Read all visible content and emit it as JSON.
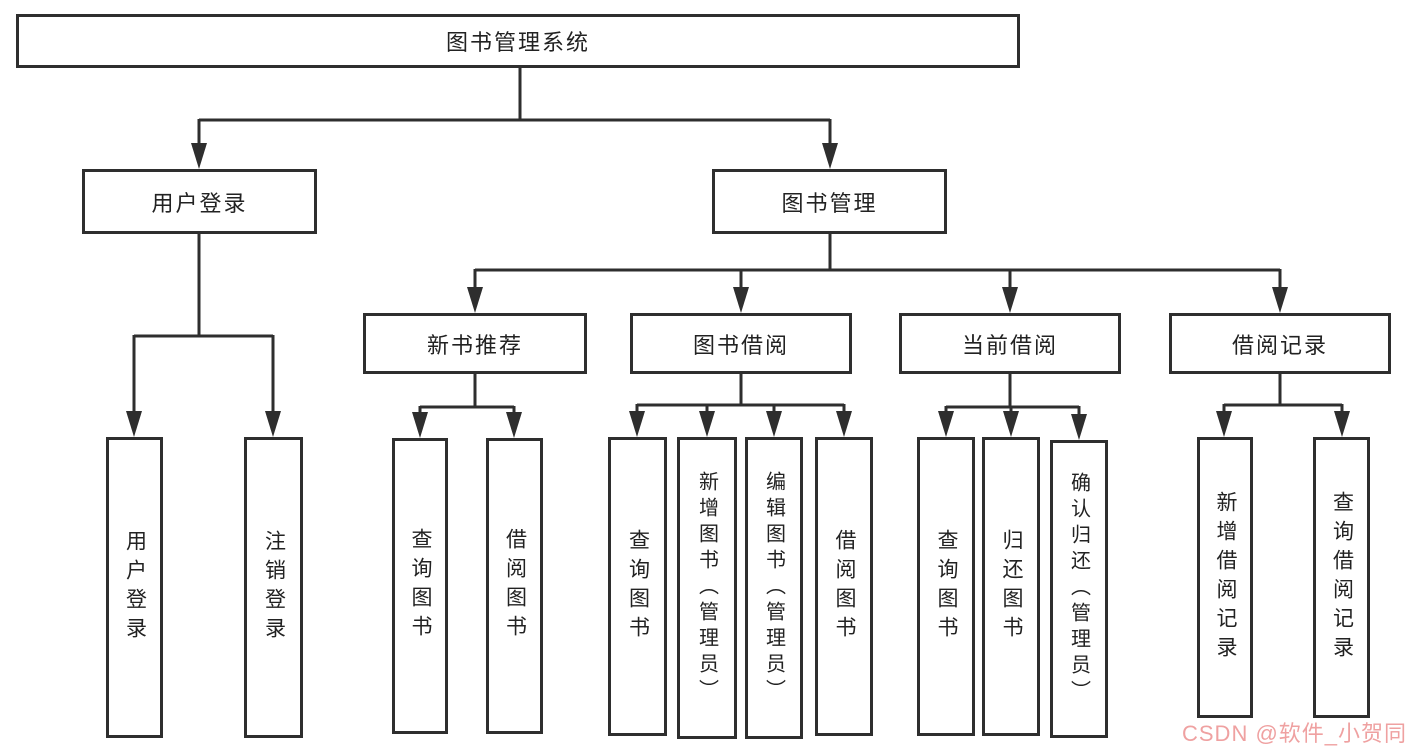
{
  "diagram": {
    "root": "图书管理系统",
    "level2": [
      {
        "label": "用户登录",
        "children": [
          "用户登录",
          "注销登录"
        ]
      },
      {
        "label": "图书管理",
        "sections": [
          {
            "label": "新书推荐",
            "children": [
              "查询图书",
              "借阅图书"
            ]
          },
          {
            "label": "图书借阅",
            "children": [
              "查询图书",
              "新增图书（管理员）",
              "编辑图书（管理员）",
              "借阅图书"
            ]
          },
          {
            "label": "当前借阅",
            "children": [
              "查询图书",
              "归还图书",
              "确认归还（管理员）"
            ]
          },
          {
            "label": "借阅记录",
            "children": [
              "新增借阅记录",
              "查询借阅记录"
            ]
          }
        ]
      }
    ]
  },
  "watermark": {
    "text": "CSDN @软件_小贺同学",
    "color": "#efa1a1"
  },
  "colors": {
    "line": "#2e2e2e",
    "background": "#ffffff",
    "text": "#222222"
  }
}
